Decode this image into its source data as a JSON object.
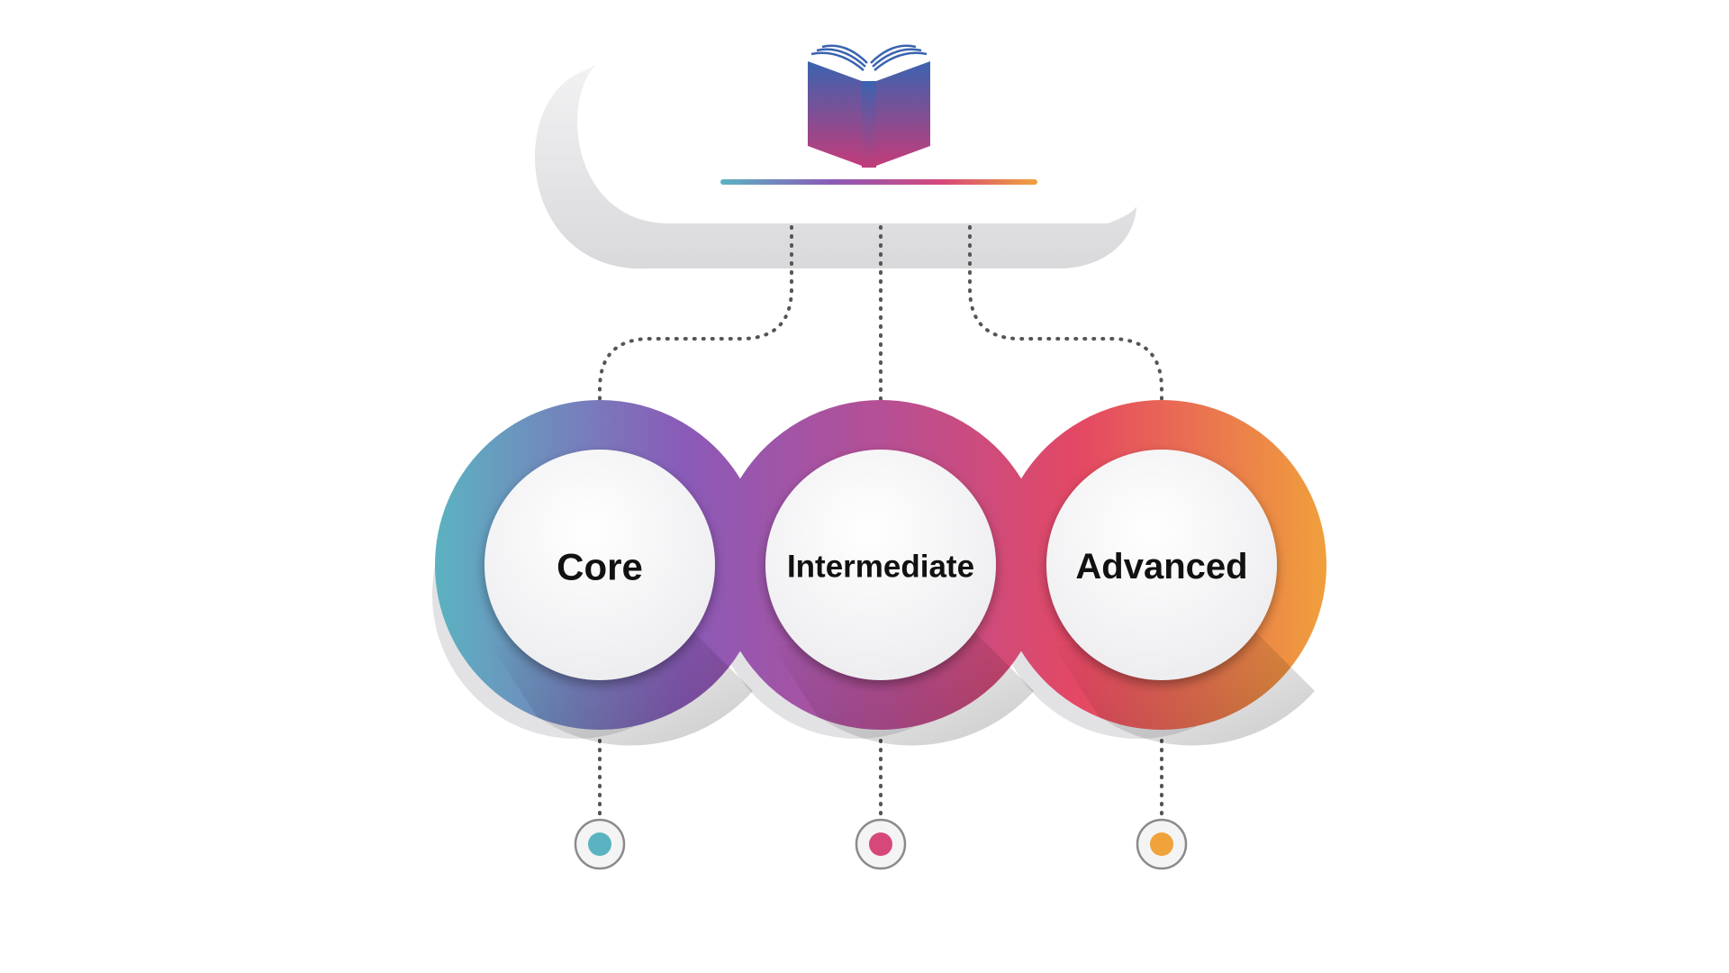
{
  "levels": [
    {
      "label": "Core",
      "marker_color": "#5bb3c1"
    },
    {
      "label": "Intermediate",
      "marker_color": "#d6487a"
    },
    {
      "label": "Advanced",
      "marker_color": "#f0a23b"
    }
  ],
  "colors": {
    "teal": "#5bb3c1",
    "purple": "#8a5ab8",
    "pink": "#d6487a",
    "red": "#e44863",
    "orange": "#f0a23b",
    "book_top": "#3a63b0",
    "book_bottom": "#c23c7a",
    "connector": "#555555"
  },
  "icons": {
    "header": "open-book-icon"
  }
}
